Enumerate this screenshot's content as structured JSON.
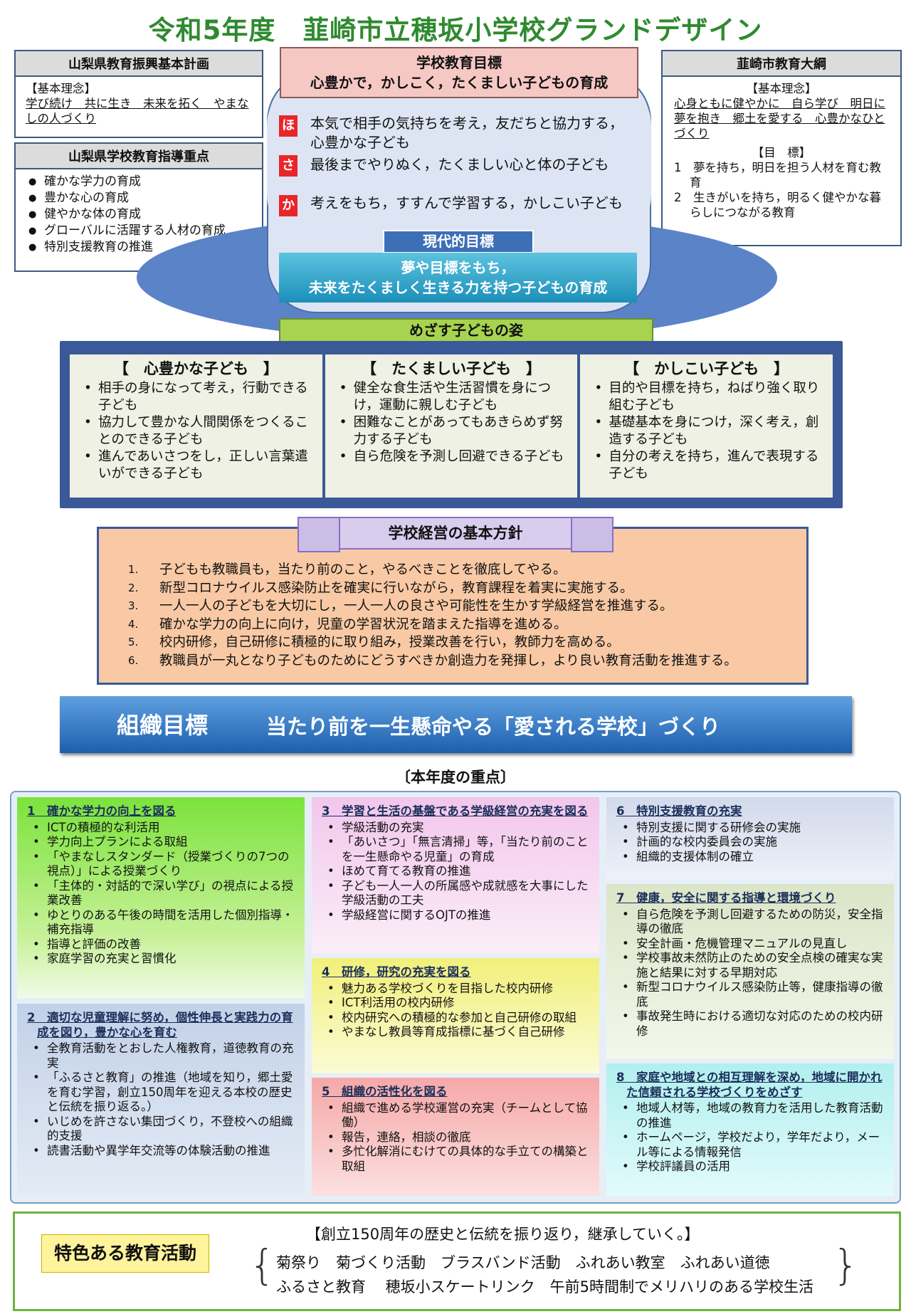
{
  "title": "令和5年度　韮崎市立穂坂小学校グランドデザイン",
  "yamanashi_plan": {
    "heading": "山梨県教育振興基本計画",
    "sub": "【基本理念】",
    "text": "学び続け　共に生き　未来を拓く　やまなしの人づくり"
  },
  "yamanashi_guidance": {
    "heading": "山梨県学校教育指導重点",
    "items": [
      "確かな学力の育成",
      "豊かな心の育成",
      "健やかな体の育成",
      "グローバルに活躍する人材の育成",
      "特別支援教育の推進"
    ]
  },
  "nirasaki": {
    "heading": "韮崎市教育大綱",
    "sub": "【基本理念】",
    "text": "心身ともに健やかに　自ら学び　明日に夢を抱き　郷土を愛する　心豊かなひとづくり",
    "goal_label": "【目　標】",
    "goals": [
      "1　夢を持ち，明日を担う人材を育む教育",
      "2　生きがいを持ち，明るく健やかな暮らしにつながる教育"
    ]
  },
  "school_goal": {
    "label": "学校教育目標",
    "text": "心豊かで，かしこく，たくましい子どもの育成"
  },
  "pillars": [
    {
      "char": "ほ",
      "text": "本気で相手の気持ちを考え，友だちと協力する，心豊かな子ども"
    },
    {
      "char": "さ",
      "text": "最後までやりぬく，たくましい心と体の子ども"
    },
    {
      "char": "か",
      "text": "考えをもち，すすんで学習する，かしこい子ども"
    }
  ],
  "modern_goal": {
    "label": "現代的目標",
    "line1": "夢や目標をもち，",
    "line2": "未来をたくましく生きる力を持つ子どもの育成"
  },
  "mezasu": "めざす子どもの姿",
  "sugata": [
    {
      "title": "【　心豊かな子ども　】",
      "items": [
        "相手の身になって考え，行動できる子ども",
        "協力して豊かな人間関係をつくることのできる子ども",
        "進んであいさつをし，正しい言葉遣いができる子ども"
      ]
    },
    {
      "title": "【　たくましい子ども　】",
      "items": [
        "健全な食生活や生活習慣を身につけ，運動に親しむ子ども",
        "困難なことがあってもあきらめず努力する子ども",
        "自ら危険を予測し回避できる子ども"
      ]
    },
    {
      "title": "【　かしこい子ども　】",
      "items": [
        "目的や目標を持ち，ねばり強く取り組む子ども",
        "基礎基本を身につけ，深く考え，創造する子ども",
        "自分の考えを持ち，進んで表現する子ども"
      ]
    }
  ],
  "houshin": {
    "title": "学校経営の基本方針",
    "items": [
      {
        "n": "1.",
        "t": "子どもも教職員も，当たり前のこと，やるべきことを徹底してやる。"
      },
      {
        "n": "2.",
        "t": "新型コロナウイルス感染防止を確実に行いながら，教育課程を着実に実施する。"
      },
      {
        "n": "3.",
        "t": "一人一人の子どもを大切にし，一人一人の良さや可能性を生かす学級経営を推進する。"
      },
      {
        "n": "4.",
        "t": " 確かな学力の向上に向け，児童の学習状況を踏まえた指導を進める。"
      },
      {
        "n": "5.",
        "t": "校内研修，自己研修に積極的に取り組み，授業改善を行い，教師力を高める。"
      },
      {
        "n": "6.",
        "t": "教職員が一丸となり子どものためにどうすべきか創造力を発揮し，より良い教育活動を推進する。"
      }
    ]
  },
  "soshiki": {
    "label": "組織目標",
    "text": "当たり前を一生懸命やる「愛される学校」づくり"
  },
  "jyuten_label": "〔本年度の重点〕",
  "jyuten": [
    {
      "h": "1　確かな学力の向上を図る",
      "items": [
        "ICTの積極的な利活用",
        "学力向上プランによる取組",
        "「やまなしスタンダード（授業づくりの7つの視点）」による授業づくり",
        "「主体的・対話的で深い学び」の視点による授業改善",
        "ゆとりのある午後の時間を活用した個別指導・補充指導",
        "指導と評価の改善",
        "家庭学習の充実と習慣化"
      ]
    },
    {
      "h": "2　適切な児童理解に努め，個性伸長と実践力の育成を図り，豊かな心を育む",
      "items": [
        "全教育活動をとおした人権教育，道徳教育の充実",
        "「ふるさと教育」の推進（地域を知り，郷土愛を育む学習，創立150周年を迎える本校の歴史と伝統を振り返る。）",
        "いじめを許さない集団づくり，不登校への組織的支援",
        "読書活動や異学年交流等の体験活動の推進"
      ]
    },
    {
      "h": "3　学習と生活の基盤である学級経営の充実を図る",
      "items": [
        "学級活動の充実",
        "「あいさつ」「無言清掃」等，「当たり前のことを一生懸命やる児童」の育成",
        "ほめて育てる教育の推進",
        "子ども一人一人の所属感や成就感を大事にした学級活動の工夫",
        "学級経営に関するOJTの推進"
      ]
    },
    {
      "h": "4　研修，研究の充実を図る",
      "items": [
        "魅力ある学校づくりを目指した校内研修",
        "ICT利活用の校内研修",
        "校内研究への積極的な参加と自己研修の取組",
        "やまなし教員等育成指標に基づく自己研修"
      ]
    },
    {
      "h": "5　組織の活性化を図る",
      "items": [
        "組織で進める学校運営の充実（チームとして協働）",
        "報告，連絡，相談の徹底",
        "多忙化解消にむけての具体的な手立ての構築と取組"
      ]
    },
    {
      "h": "6　特別支援教育の充実",
      "items": [
        "特別支援に関する研修会の実施",
        "計画的な校内委員会の実施",
        "組織的支援体制の確立"
      ]
    },
    {
      "h": "7　健康，安全に関する指導と環境づくり",
      "items": [
        "自ら危険を予測し回避するための防災，安全指導の徹底",
        "安全計画・危機管理マニュアルの見直し",
        "学校事故未然防止のための安全点検の確実な実施と結果に対する早期対応",
        "新型コロナウイルス感染防止等，健康指導の徹底",
        "事故発生時における適切な対応のための校内研修"
      ]
    },
    {
      "h": "8　家庭や地域との相互理解を深め，地域に開かれた信頼される学校づくりをめざす",
      "items": [
        "地域人材等，地域の教育力を活用した教育活動の推進",
        "ホームページ，学校だより，学年だより，メール等による情報発信",
        "学校評議員の活用"
      ]
    }
  ],
  "tokushoku": {
    "label": "特色ある教育活動",
    "head": "【創立150周年の歴史と伝統を振り返り，継承していく。】",
    "line1": "菊祭り　菊づくり活動　ブラスバンド活動　ふれあい教室　ふれあい道徳",
    "line2": "ふるさと教育　 穂坂小スケートリンク　午前5時間制でメリハリのある学校生活"
  },
  "colors": {
    "title": "#2f8a2f",
    "panel1": "#7ee53c",
    "panel2": "#c9d6ea",
    "panel3": "#f4d2ee",
    "panel4": "#f3f28a",
    "panel5": "#f7b3b3",
    "panel6": "#d9dfee",
    "panel7": "#dfe8cf",
    "panel8": "#bdf1f1"
  }
}
